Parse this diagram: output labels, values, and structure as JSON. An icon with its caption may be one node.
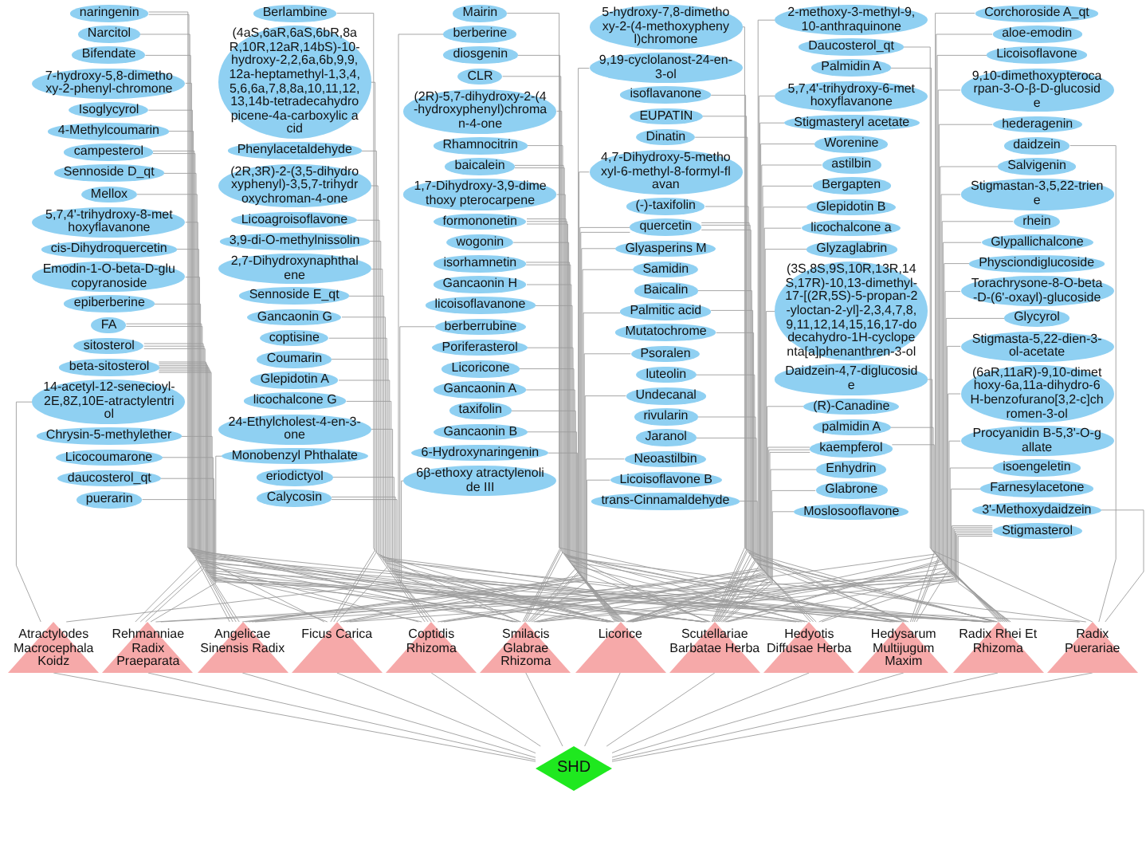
{
  "diagram": {
    "nodes": [
      {
        "text": [
          "naringenin"
        ]
      },
      {
        "text": [
          "Narcitol"
        ]
      },
      {
        "text": [
          "Bifendate"
        ]
      },
      {
        "text": [
          "7-hydroxy-5,8-dimethoxy-2-phenyl-chromone"
        ]
      },
      {
        "text": [
          "Isoglycyrol"
        ]
      },
      {
        "text": [
          "4-Methylcoumarin"
        ]
      },
      {
        "text": [
          "campesterol"
        ]
      },
      {
        "text": [
          "Sennoside D_qt"
        ]
      },
      {
        "text": [
          "Mellox"
        ]
      },
      {
        "text": [
          "5,7,4'-trihydroxy-8-methoxyflavanone"
        ]
      },
      {
        "text": [
          "cis-Dihydroquercetin"
        ]
      },
      {
        "text": [
          "Emodin-1-O-beta-D-glucopyranoside"
        ]
      },
      {
        "text": [
          "epiberberine"
        ]
      },
      {
        "text": [
          "FA"
        ]
      },
      {
        "text": [
          "sitosterol"
        ]
      },
      {
        "text": [
          "beta-sitosterol"
        ]
      },
      {
        "text": [
          "14-acetyl-12-senecioyl-2E,8Z,10E-atractylentriol"
        ]
      },
      {
        "text": [
          "Chrysin-5-methylether"
        ]
      },
      {
        "text": [
          "Licocoumarone"
        ]
      },
      {
        "text": [
          "daucosterol_qt"
        ]
      },
      {
        "text": [
          "puerarin"
        ]
      },
      {
        "text": [
          "Berlambine"
        ]
      },
      {
        "text": [
          "(4aS,6aR,6aS,6bR,8aR,10R,12aR,14bS)-10-hydroxy-2,2,6a,6b,9,9,12a-heptamethyl-1,3,4,5,6,6a,7,8,8a,10,11,12,13,14b-tetradecahydropicene-4a-carboxylic acid"
        ]
      },
      {
        "text": [
          "Phenylacetaldehyde"
        ]
      },
      {
        "text": [
          "(2R,3R)-2-(3,5-dihydroxyphenyl)-3,5,7-trihydroxychroman-4-one"
        ]
      },
      {
        "text": [
          "Licoagroisoflavone"
        ]
      },
      {
        "text": [
          "3,9-di-O-methylnissolin"
        ]
      },
      {
        "text": [
          "2,7-Dihydroxynaphthalene"
        ]
      },
      {
        "text": [
          "Sennoside E_qt"
        ]
      },
      {
        "text": [
          "Gancaonin G"
        ]
      },
      {
        "text": [
          "coptisine"
        ]
      },
      {
        "text": [
          "Coumarin"
        ]
      },
      {
        "text": [
          "Glepidotin A"
        ]
      },
      {
        "text": [
          "licochalcone G"
        ]
      },
      {
        "text": [
          "24-Ethylcholest-4-en-3-one"
        ]
      },
      {
        "text": [
          "Monobenzyl Phthalate"
        ]
      },
      {
        "text": [
          "eriodictyol"
        ]
      },
      {
        "text": [
          "Calycosin"
        ]
      },
      {
        "text": [
          "Mairin"
        ]
      },
      {
        "text": [
          "berberine"
        ]
      },
      {
        "text": [
          "diosgenin"
        ]
      },
      {
        "text": [
          "CLR"
        ]
      },
      {
        "text": [
          "(2R)-5,7-dihydroxy-2-(4-hydroxyphenyl)chroman-4-one"
        ]
      },
      {
        "text": [
          "Rhamnocitrin"
        ]
      },
      {
        "text": [
          "baicalein"
        ]
      },
      {
        "text": [
          "1,7-Dihydroxy-3,9-dimethoxy pterocarpene"
        ]
      },
      {
        "text": [
          "formononetin"
        ]
      },
      {
        "text": [
          "wogonin"
        ]
      },
      {
        "text": [
          "isorhamnetin"
        ]
      },
      {
        "text": [
          "Gancaonin H"
        ]
      },
      {
        "text": [
          "licoisoflavanone"
        ]
      },
      {
        "text": [
          "berberrubine"
        ]
      },
      {
        "text": [
          "Poriferasterol"
        ]
      },
      {
        "text": [
          "Licoricone"
        ]
      },
      {
        "text": [
          "Gancaonin A"
        ]
      },
      {
        "text": [
          "taxifolin"
        ]
      },
      {
        "text": [
          "Gancaonin B"
        ]
      },
      {
        "text": [
          "6-Hydroxynaringenin"
        ]
      },
      {
        "text": [
          "6β-ethoxy atractylenolide III"
        ]
      },
      {
        "text": [
          "5-hydroxy-7,8-dimethoxy-2-(4-methoxyphenyl)chromone"
        ]
      },
      {
        "text": [
          "9,19-cyclolanost-24-en-3-ol"
        ]
      },
      {
        "text": [
          "isoflavanone"
        ]
      },
      {
        "text": [
          "EUPATIN"
        ]
      },
      {
        "text": [
          "Dinatin"
        ]
      },
      {
        "text": [
          "4,7-Dihydroxy-5-methoxyl-6-methyl-8-formyl-flavan"
        ]
      },
      {
        "text": [
          "(-)-taxifolin"
        ]
      },
      {
        "text": [
          "quercetin"
        ]
      },
      {
        "text": [
          "Glyasperins M"
        ]
      },
      {
        "text": [
          "Samidin"
        ]
      },
      {
        "text": [
          "Baicalin"
        ]
      },
      {
        "text": [
          "Palmitic acid"
        ]
      },
      {
        "text": [
          "Mutatochrome"
        ]
      },
      {
        "text": [
          "Psoralen"
        ]
      },
      {
        "text": [
          "luteolin"
        ]
      },
      {
        "text": [
          "Undecanal"
        ]
      },
      {
        "text": [
          "rivularin"
        ]
      },
      {
        "text": [
          "Jaranol"
        ]
      },
      {
        "text": [
          "Neoastilbin"
        ]
      },
      {
        "text": [
          "Licoisoflavone B"
        ]
      },
      {
        "text": [
          "trans-Cinnamaldehyde"
        ]
      },
      {
        "text": [
          "2-methoxy-3-methyl-9,10-anthraquinone"
        ]
      },
      {
        "text": [
          "Daucosterol_qt"
        ]
      },
      {
        "text": [
          "Palmidin A"
        ]
      },
      {
        "text": [
          "5,7,4'-trihydroxy-6-methoxyflavanone"
        ]
      },
      {
        "text": [
          "Stigmasteryl acetate"
        ]
      },
      {
        "text": [
          "Worenine"
        ]
      },
      {
        "text": [
          "astilbin"
        ]
      },
      {
        "text": [
          "Bergapten"
        ]
      },
      {
        "text": [
          "Glepidotin B"
        ]
      },
      {
        "text": [
          "licochalcone a"
        ]
      },
      {
        "text": [
          "Glyzaglabrin"
        ]
      },
      {
        "text": [
          "(3S,8S,9S,10R,13R,14S,17R)-10,13-dimethyl-17-[(2R,5S)-5-propan-2-yloctan-2-yl]-2,3,4,7,8,9,11,12,14,15,16,17-dodecahydro-1H-cyclopenta[a]phenanthren-3-ol"
        ]
      },
      {
        "text": [
          "Daidzein-4,7-diglucoside"
        ]
      },
      {
        "text": [
          "(R)-Canadine"
        ]
      },
      {
        "text": [
          "palmidin A"
        ]
      },
      {
        "text": [
          "kaempferol"
        ]
      },
      {
        "text": [
          "Enhydrin"
        ]
      },
      {
        "text": [
          "Glabrone"
        ]
      },
      {
        "text": [
          "Moslosooflavone"
        ]
      },
      {
        "text": [
          "Corchoroside A_qt"
        ]
      },
      {
        "text": [
          "aloe-emodin"
        ]
      },
      {
        "text": [
          "Licoisoflavone"
        ]
      },
      {
        "text": [
          "9,10-dimethoxypterocarpan-3-O-β-D-glucoside"
        ]
      },
      {
        "text": [
          "hederagenin"
        ]
      },
      {
        "text": [
          "daidzein"
        ]
      },
      {
        "text": [
          "Salvigenin"
        ]
      },
      {
        "text": [
          "Stigmastan-3,5,22-triene"
        ]
      },
      {
        "text": [
          "rhein"
        ]
      },
      {
        "text": [
          "Glypallichalcone"
        ]
      },
      {
        "text": [
          "Physciondiglucoside"
        ]
      },
      {
        "text": [
          "Torachrysone-8-O-beta-D-(6'-oxayl)-glucoside"
        ]
      },
      {
        "text": [
          "Glycyrol"
        ]
      },
      {
        "text": [
          "Stigmasta-5,22-dien-3-ol-acetate"
        ]
      },
      {
        "text": [
          "(6aR,11aR)-9,10-dimethoxy-6a,11a-dihydro-6H-benzofurano[3,2-c]chromen-3-ol"
        ]
      },
      {
        "text": [
          "Procyanidin B-5,3'-O-gallate"
        ]
      },
      {
        "text": [
          "isoengeletin"
        ]
      },
      {
        "text": [
          "Farnesylacetone"
        ]
      },
      {
        "text": [
          "3'-Methoxydaidzein"
        ]
      },
      {
        "text": [
          "Stigmasterol"
        ]
      },
      {
        "text": [
          "Radix Rhei Et Rhizoma"
        ]
      },
      {
        "text": [
          "Hedysarum Multijugum Maxim"
        ]
      },
      {
        "text": [
          "Radix Puerariae"
        ]
      },
      {
        "text": [
          "Smilacis Glabrae Rhizoma"
        ]
      },
      {
        "text": [
          "Licorice"
        ]
      },
      {
        "text": [
          "Rehmanniae Radix Praeparata"
        ]
      },
      {
        "text": [
          "Atractylodes Macrocephala Koidz"
        ]
      },
      {
        "text": [
          "Scutellariae Barbatae Herba"
        ]
      },
      {
        "text": [
          "Angelicae Sinensis Radix"
        ]
      },
      {
        "text": [
          "Hedyotis Diffusae Herba"
        ]
      },
      {
        "text": [
          "Coptidis Rhizoma"
        ]
      },
      {
        "text": [
          "Ficus Carica"
        ]
      },
      {
        "text": [
          "SHD"
        ]
      }
    ],
    "edges": [
      {
        "from": 0,
        "to": 122,
        "arrow": "none"
      },
      {
        "from": 0,
        "to": 123,
        "arrow": "none"
      },
      {
        "from": 1,
        "to": 122,
        "arrow": "none"
      },
      {
        "from": 2,
        "to": 120,
        "arrow": "none"
      },
      {
        "from": 3,
        "to": 126,
        "arrow": "none"
      },
      {
        "from": 4,
        "to": 123,
        "arrow": "none"
      },
      {
        "from": 5,
        "to": 130,
        "arrow": "none"
      },
      {
        "from": 6,
        "to": 126,
        "arrow": "none"
      },
      {
        "from": 6,
        "to": 127,
        "arrow": "none"
      },
      {
        "from": 7,
        "to": 119,
        "arrow": "none"
      },
      {
        "from": 8,
        "to": 124,
        "arrow": "none"
      },
      {
        "from": 9,
        "to": 126,
        "arrow": "none"
      },
      {
        "from": 10,
        "to": 122,
        "arrow": "none"
      },
      {
        "from": 11,
        "to": 119,
        "arrow": "none"
      },
      {
        "from": 12,
        "to": 129,
        "arrow": "none"
      },
      {
        "from": 13,
        "to": 127,
        "arrow": "none"
      },
      {
        "from": 13,
        "to": 124,
        "arrow": "none"
      },
      {
        "from": 14,
        "to": 126,
        "arrow": "none"
      },
      {
        "from": 14,
        "to": 124,
        "arrow": "none"
      },
      {
        "from": 14,
        "to": 127,
        "arrow": "none"
      },
      {
        "from": 15,
        "to": 119,
        "arrow": "none"
      },
      {
        "from": 15,
        "to": 122,
        "arrow": "none"
      },
      {
        "from": 15,
        "to": 126,
        "arrow": "none"
      },
      {
        "from": 15,
        "to": 129,
        "arrow": "none"
      },
      {
        "from": 15,
        "to": 127,
        "arrow": "none"
      },
      {
        "from": 15,
        "to": 130,
        "arrow": "none"
      },
      {
        "from": 15,
        "to": 128,
        "arrow": "none"
      },
      {
        "from": 16,
        "to": 125,
        "arrow": "none"
      },
      {
        "from": 17,
        "to": 119,
        "arrow": "none"
      },
      {
        "from": 18,
        "to": 123,
        "arrow": "none"
      },
      {
        "from": 19,
        "to": 119,
        "arrow": "none"
      },
      {
        "from": 20,
        "to": 121,
        "arrow": "none"
      },
      {
        "from": 21,
        "to": 129,
        "arrow": "none"
      },
      {
        "from": 22,
        "to": 130,
        "arrow": "none"
      },
      {
        "from": 23,
        "to": 130,
        "arrow": "none"
      },
      {
        "from": 24,
        "to": 122,
        "arrow": "none"
      },
      {
        "from": 25,
        "to": 123,
        "arrow": "none"
      },
      {
        "from": 26,
        "to": 120,
        "arrow": "none"
      },
      {
        "from": 27,
        "to": 128,
        "arrow": "none"
      },
      {
        "from": 28,
        "to": 119,
        "arrow": "none"
      },
      {
        "from": 29,
        "to": 123,
        "arrow": "none"
      },
      {
        "from": 30,
        "to": 129,
        "arrow": "none"
      },
      {
        "from": 31,
        "to": 130,
        "arrow": "none"
      },
      {
        "from": 32,
        "to": 123,
        "arrow": "none"
      },
      {
        "from": 33,
        "to": 123,
        "arrow": "none"
      },
      {
        "from": 34,
        "to": 128,
        "arrow": "none"
      },
      {
        "from": 35,
        "to": 124,
        "arrow": "none"
      },
      {
        "from": 36,
        "to": 122,
        "arrow": "none"
      },
      {
        "from": 37,
        "to": 120,
        "arrow": "none"
      },
      {
        "from": 37,
        "to": 123,
        "arrow": "none"
      },
      {
        "from": 38,
        "to": 120,
        "arrow": "none"
      },
      {
        "from": 39,
        "to": 129,
        "arrow": "none"
      },
      {
        "from": 40,
        "to": 122,
        "arrow": "none"
      },
      {
        "from": 41,
        "to": 122,
        "arrow": "none"
      },
      {
        "from": 42,
        "to": 123,
        "arrow": "none"
      },
      {
        "from": 43,
        "to": 122,
        "arrow": "none"
      },
      {
        "from": 44,
        "to": 126,
        "arrow": "none"
      },
      {
        "from": 44,
        "to": 128,
        "arrow": "none"
      },
      {
        "from": 45,
        "to": 120,
        "arrow": "none"
      },
      {
        "from": 46,
        "to": 120,
        "arrow": "none"
      },
      {
        "from": 46,
        "to": 121,
        "arrow": "none"
      },
      {
        "from": 46,
        "to": 123,
        "arrow": "none"
      },
      {
        "from": 47,
        "to": 126,
        "arrow": "none"
      },
      {
        "from": 48,
        "to": 120,
        "arrow": "none"
      },
      {
        "from": 48,
        "to": 123,
        "arrow": "none"
      },
      {
        "from": 49,
        "to": 123,
        "arrow": "none"
      },
      {
        "from": 50,
        "to": 123,
        "arrow": "none"
      },
      {
        "from": 51,
        "to": 129,
        "arrow": "none"
      },
      {
        "from": 52,
        "to": 128,
        "arrow": "none"
      },
      {
        "from": 53,
        "to": 123,
        "arrow": "none"
      },
      {
        "from": 54,
        "to": 123,
        "arrow": "none"
      },
      {
        "from": 55,
        "to": 122,
        "arrow": "none"
      },
      {
        "from": 56,
        "to": 123,
        "arrow": "none"
      },
      {
        "from": 57,
        "to": 126,
        "arrow": "none"
      },
      {
        "from": 58,
        "to": 125,
        "arrow": "none"
      },
      {
        "from": 59,
        "to": 126,
        "arrow": "none"
      },
      {
        "from": 60,
        "to": 122,
        "arrow": "none"
      },
      {
        "from": 61,
        "to": 120,
        "arrow": "none"
      },
      {
        "from": 62,
        "to": 126,
        "arrow": "none"
      },
      {
        "from": 63,
        "to": 126,
        "arrow": "none"
      },
      {
        "from": 64,
        "to": 122,
        "arrow": "none"
      },
      {
        "from": 65,
        "to": 119,
        "arrow": "none"
      },
      {
        "from": 66,
        "to": 120,
        "arrow": "none"
      },
      {
        "from": 66,
        "to": 126,
        "arrow": "none"
      },
      {
        "from": 66,
        "to": 123,
        "arrow": "none"
      },
      {
        "from": 66,
        "to": 128,
        "arrow": "none"
      },
      {
        "from": 66,
        "to": 130,
        "arrow": "none"
      },
      {
        "from": 67,
        "to": 123,
        "arrow": "none"
      },
      {
        "from": 68,
        "to": 127,
        "arrow": "none"
      },
      {
        "from": 69,
        "to": 126,
        "arrow": "none"
      },
      {
        "from": 70,
        "to": 119,
        "arrow": "none"
      },
      {
        "from": 70,
        "to": 127,
        "arrow": "none"
      },
      {
        "from": 71,
        "to": 119,
        "arrow": "none"
      },
      {
        "from": 72,
        "to": 130,
        "arrow": "none"
      },
      {
        "from": 73,
        "to": 126,
        "arrow": "none"
      },
      {
        "from": 74,
        "to": 127,
        "arrow": "none"
      },
      {
        "from": 75,
        "to": 126,
        "arrow": "none"
      },
      {
        "from": 76,
        "to": 120,
        "arrow": "none"
      },
      {
        "from": 77,
        "to": 122,
        "arrow": "none"
      },
      {
        "from": 78,
        "to": 123,
        "arrow": "none"
      },
      {
        "from": 79,
        "to": 119,
        "arrow": "none"
      },
      {
        "from": 80,
        "to": 128,
        "arrow": "none"
      },
      {
        "from": 81,
        "to": 119,
        "arrow": "none"
      },
      {
        "from": 82,
        "to": 119,
        "arrow": "none"
      },
      {
        "from": 83,
        "to": 126,
        "arrow": "none"
      },
      {
        "from": 84,
        "to": 128,
        "arrow": "none"
      },
      {
        "from": 85,
        "to": 129,
        "arrow": "none"
      },
      {
        "from": 86,
        "to": 122,
        "arrow": "none"
      },
      {
        "from": 87,
        "to": 130,
        "arrow": "none"
      },
      {
        "from": 88,
        "to": 123,
        "arrow": "none"
      },
      {
        "from": 89,
        "to": 123,
        "arrow": "none"
      },
      {
        "from": 90,
        "to": 123,
        "arrow": "none"
      },
      {
        "from": 91,
        "to": 127,
        "arrow": "none"
      },
      {
        "from": 92,
        "to": 121,
        "arrow": "none"
      },
      {
        "from": 93,
        "to": 129,
        "arrow": "none"
      },
      {
        "from": 94,
        "to": 119,
        "arrow": "none"
      },
      {
        "from": 95,
        "to": 120,
        "arrow": "none"
      },
      {
        "from": 95,
        "to": 126,
        "arrow": "none"
      },
      {
        "from": 95,
        "to": 123,
        "arrow": "none"
      },
      {
        "from": 95,
        "to": 122,
        "arrow": "none"
      },
      {
        "from": 96,
        "to": 126,
        "arrow": "none"
      },
      {
        "from": 97,
        "to": 123,
        "arrow": "none"
      },
      {
        "from": 98,
        "to": 126,
        "arrow": "none"
      },
      {
        "from": 99,
        "to": 129,
        "arrow": "none"
      },
      {
        "from": 100,
        "to": 119,
        "arrow": "none"
      },
      {
        "from": 101,
        "to": 123,
        "arrow": "none"
      },
      {
        "from": 102,
        "to": 120,
        "arrow": "none"
      },
      {
        "from": 103,
        "to": 120,
        "arrow": "none"
      },
      {
        "from": 104,
        "to": 121,
        "arrow": "none"
      },
      {
        "from": 105,
        "to": 126,
        "arrow": "none"
      },
      {
        "from": 106,
        "to": 126,
        "arrow": "none"
      },
      {
        "from": 107,
        "to": 119,
        "arrow": "none"
      },
      {
        "from": 108,
        "to": 123,
        "arrow": "none"
      },
      {
        "from": 109,
        "to": 119,
        "arrow": "none"
      },
      {
        "from": 110,
        "to": 119,
        "arrow": "none"
      },
      {
        "from": 111,
        "to": 123,
        "arrow": "none"
      },
      {
        "from": 112,
        "to": 128,
        "arrow": "none"
      },
      {
        "from": 113,
        "to": 120,
        "arrow": "none"
      },
      {
        "from": 114,
        "to": 119,
        "arrow": "none"
      },
      {
        "from": 115,
        "to": 122,
        "arrow": "none"
      },
      {
        "from": 116,
        "to": 124,
        "arrow": "none"
      },
      {
        "from": 117,
        "to": 121,
        "arrow": "none"
      },
      {
        "from": 118,
        "to": 126,
        "arrow": "none"
      },
      {
        "from": 118,
        "to": 127,
        "arrow": "none"
      },
      {
        "from": 118,
        "to": 128,
        "arrow": "none"
      },
      {
        "from": 118,
        "to": 130,
        "arrow": "none"
      },
      {
        "from": 118,
        "to": 124,
        "arrow": "none"
      },
      {
        "from": 118,
        "to": 122,
        "arrow": "none"
      },
      {
        "from": 118,
        "to": 119,
        "arrow": "none"
      },
      {
        "from": 119,
        "to": 131,
        "arrow": "none"
      },
      {
        "from": 120,
        "to": 131,
        "arrow": "none"
      },
      {
        "from": 121,
        "to": 131,
        "arrow": "none"
      },
      {
        "from": 122,
        "to": 131,
        "arrow": "none"
      },
      {
        "from": 123,
        "to": 131,
        "arrow": "none"
      },
      {
        "from": 124,
        "to": 131,
        "arrow": "none"
      },
      {
        "from": 125,
        "to": 131,
        "arrow": "none"
      },
      {
        "from": 126,
        "to": 131,
        "arrow": "none"
      },
      {
        "from": 127,
        "to": 131,
        "arrow": "none"
      },
      {
        "from": 128,
        "to": 131,
        "arrow": "none"
      },
      {
        "from": 129,
        "to": 131,
        "arrow": "none"
      },
      {
        "from": 130,
        "to": 131,
        "arrow": "none"
      }
    ]
  }
}
